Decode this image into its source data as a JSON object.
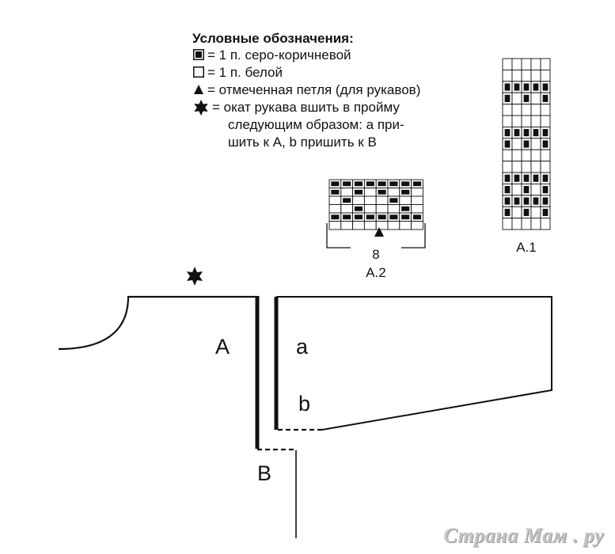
{
  "legend": {
    "title": "Условные обозначения:",
    "dark_cell": "= 1 п. серо-коричневой",
    "white_cell": "= 1 п. белой",
    "marked_stitch": "= отмеченная петля (для рукавов)",
    "star_line1": "= окат рукава вшить в пройму",
    "star_line2": "следующим образом: а при-",
    "star_line3": "шить к А, b пришить к В"
  },
  "charts": {
    "a2": {
      "label": "A.2",
      "repeat_count": "8",
      "cols": 8,
      "rows": [
        [
          1,
          1,
          1,
          1,
          1,
          1,
          1,
          1
        ],
        [
          1,
          0,
          1,
          0,
          1,
          0,
          1,
          0
        ],
        [
          0,
          1,
          0,
          0,
          0,
          1,
          0,
          0
        ],
        [
          0,
          0,
          1,
          0,
          0,
          0,
          1,
          0
        ],
        [
          1,
          1,
          1,
          1,
          1,
          1,
          1,
          1
        ],
        [
          0,
          0,
          0,
          0,
          0,
          0,
          0,
          0
        ]
      ]
    },
    "a1": {
      "label": "A.1",
      "cols": 5,
      "rows": [
        [
          0,
          0,
          0,
          0,
          0
        ],
        [
          0,
          0,
          0,
          0,
          0
        ],
        [
          1,
          1,
          1,
          1,
          1
        ],
        [
          1,
          0,
          1,
          0,
          1
        ],
        [
          0,
          0,
          0,
          0,
          0
        ],
        [
          0,
          0,
          0,
          0,
          0
        ],
        [
          1,
          1,
          1,
          1,
          1
        ],
        [
          1,
          0,
          1,
          0,
          1
        ],
        [
          0,
          0,
          0,
          0,
          0
        ],
        [
          0,
          0,
          0,
          0,
          0
        ],
        [
          1,
          1,
          1,
          1,
          1
        ],
        [
          1,
          0,
          1,
          0,
          1
        ],
        [
          1,
          1,
          1,
          1,
          1
        ],
        [
          1,
          0,
          1,
          0,
          1
        ],
        [
          0,
          0,
          0,
          0,
          0
        ]
      ]
    }
  },
  "pattern": {
    "label_A": "A",
    "label_a": "a",
    "label_b": "b",
    "label_B": "B"
  },
  "watermark": "Страна Мам . ру",
  "colors": {
    "ink": "#111111",
    "watermark": "#c3c3c3"
  }
}
